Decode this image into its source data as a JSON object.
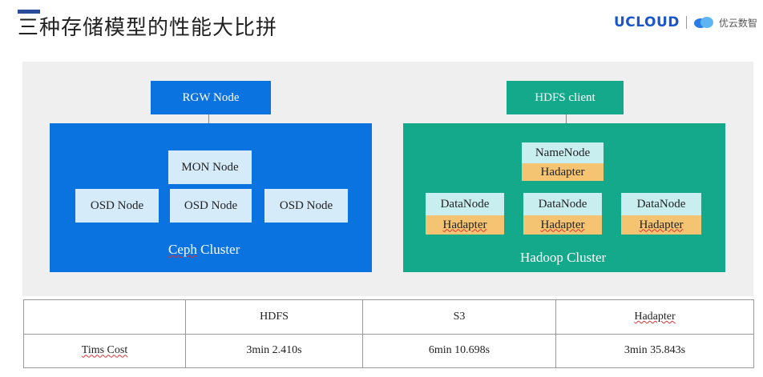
{
  "title": "三种存储模型的性能大比拼",
  "logo": {
    "brand": "UCLOUD",
    "cn": "优云数智"
  },
  "ceph": {
    "gateway": "RGW Node",
    "mon": "MON Node",
    "osd": [
      "OSD Node",
      "OSD Node",
      "OSD Node"
    ],
    "label_underlined": "Ceph",
    "label_rest": " Cluster",
    "color": "#0a73e0"
  },
  "hadoop": {
    "client": "HDFS client",
    "namenode": "NameNode",
    "namenode_adapter": "Hadapter",
    "datanodes": [
      {
        "name": "DataNode",
        "adapter": "Hadapter"
      },
      {
        "name": "DataNode",
        "adapter": "Hadapter"
      },
      {
        "name": "DataNode",
        "adapter": "Hadapter"
      }
    ],
    "label": "Hadoop Cluster",
    "color": "#13a98a"
  },
  "table": {
    "headers": [
      "",
      "HDFS",
      "S3",
      "Hadapter"
    ],
    "row_label": "Tims Cost",
    "values": [
      "3min 2.410s",
      "6min 10.698s",
      "3min 35.843s"
    ]
  }
}
